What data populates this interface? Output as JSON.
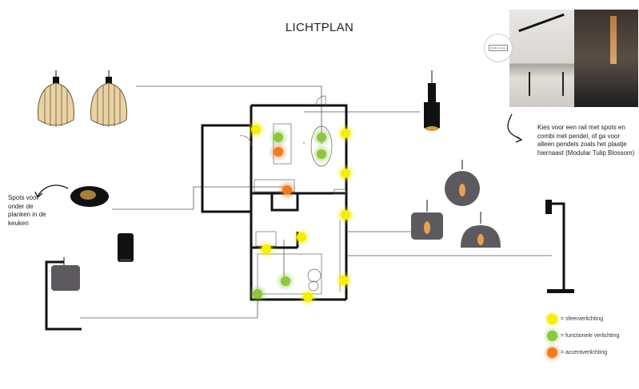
{
  "title": "LICHTPLAN",
  "note_right": "Kies voor een rail met spots en combi met pendel, of ga voor alleen pendels zoals het plaatje hiernaast (Modular Tulip Blossom)",
  "note_left": "Spots voor onder de planken in de keuken",
  "logo_text": "Studio Lunette",
  "legend": [
    {
      "label": "= sfeerverlichting",
      "color": "#f5ee00"
    },
    {
      "label": "= functionele verlichting",
      "color": "#8dc63f"
    },
    {
      "label": "= accentverlichting",
      "color": "#ee7d22"
    }
  ],
  "colors": {
    "sfeer": "#f5ee00",
    "functioneel": "#8dc63f",
    "accent": "#ee7d22"
  }
}
